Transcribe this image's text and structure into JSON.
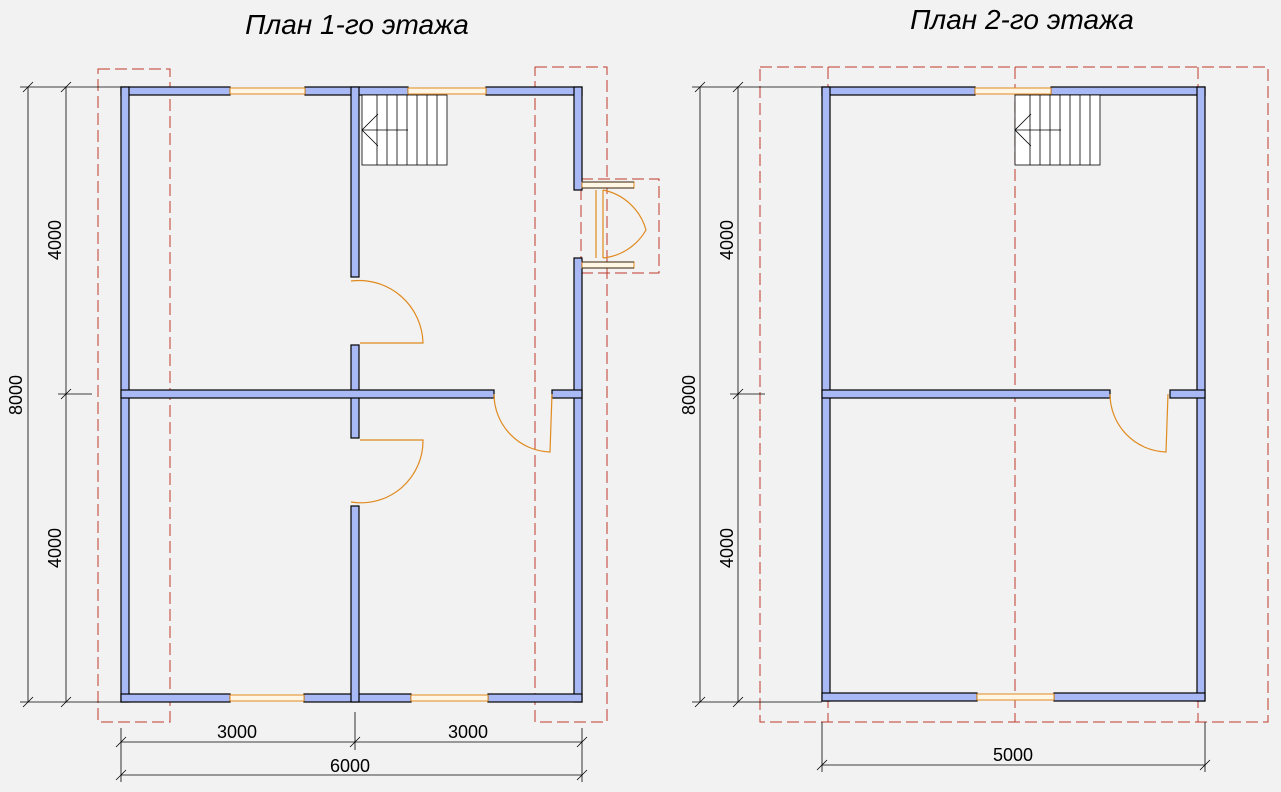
{
  "plans": [
    {
      "title": "План 1-го этажа",
      "dimensions": {
        "height_total": "8000",
        "height_upper": "4000",
        "height_lower": "4000",
        "width_left": "3000",
        "width_right": "3000",
        "width_total": "6000"
      }
    },
    {
      "title": "План 2-го этажа",
      "dimensions": {
        "height_total": "8000",
        "height_upper": "4000",
        "height_lower": "4000",
        "width_total": "5000"
      }
    }
  ],
  "colors": {
    "wall": "#a9b9f5",
    "dashed_outline": "#c0392b",
    "door_window": "#e08a1e",
    "background": "#f2f2f2"
  }
}
